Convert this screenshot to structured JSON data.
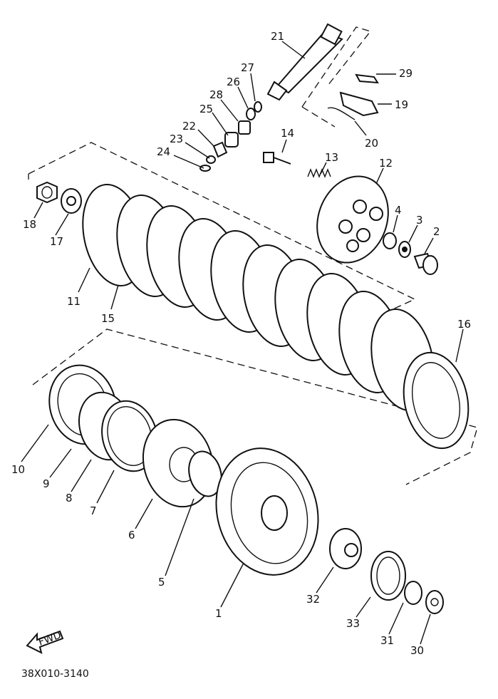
{
  "diagram": {
    "reference_code": "38X010-3140",
    "fwd_label": "FWD",
    "labels": {
      "p1": "1",
      "p2": "2",
      "p3": "3",
      "p4": "4",
      "p5": "5",
      "p6": "6",
      "p7": "7",
      "p8": "8",
      "p9": "9",
      "p10": "10",
      "p11": "11",
      "p12": "12",
      "p13": "13",
      "p14": "14",
      "p15": "15",
      "p16": "16",
      "p17": "17",
      "p18": "18",
      "p19": "19",
      "p20": "20",
      "p21": "21",
      "p22": "22",
      "p23": "23",
      "p24": "24",
      "p25": "25",
      "p26": "26",
      "p27": "27",
      "p28": "28",
      "p29": "29",
      "p30": "30",
      "p31": "31",
      "p32": "32",
      "p33": "33"
    }
  }
}
